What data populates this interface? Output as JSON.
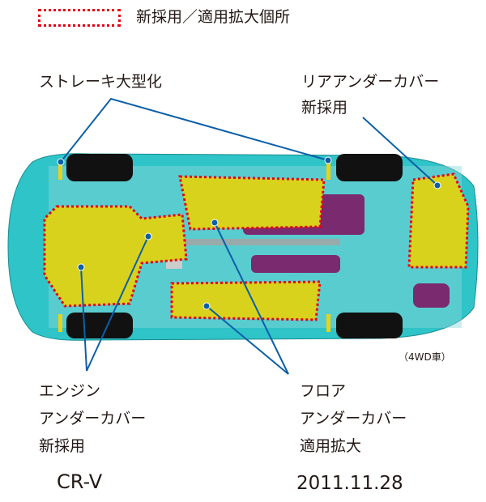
{
  "legend": {
    "label": "新採用／適用拡大個所",
    "outline_color": "#e60012"
  },
  "callouts": {
    "strake": "ストレーキ大型化",
    "rear_cover_line1": "リアアンダーカバー",
    "rear_cover_line2": "新採用",
    "engine_line1": "エンジン",
    "engine_line2": "アンダーカバー",
    "engine_line3": "新採用",
    "floor_line1": "フロア",
    "floor_line2": "アンダーカバー",
    "floor_line3": "適用拡大",
    "drive_note": "（4WD車）"
  },
  "footer": {
    "model": "CR-V",
    "date": "2011.11.28"
  },
  "colors": {
    "body": "#2ec4c8",
    "cover": "#d9d21c",
    "leader": "#0b5fa8",
    "exhaust": "#7a2a6e"
  }
}
